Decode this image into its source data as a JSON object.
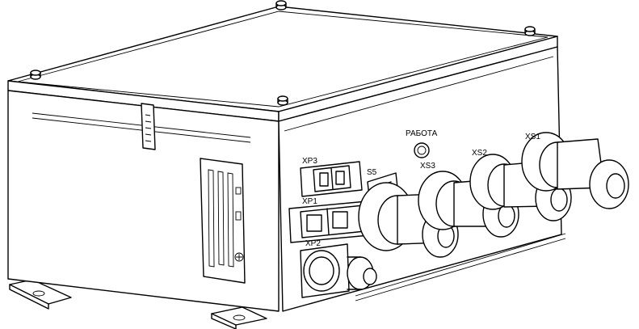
{
  "labels": {
    "indicator": "РАБОТА",
    "xp3": "XP3",
    "xp1": "XP1",
    "xp2": "XP2",
    "xs3": "XS3",
    "xs2": "XS2",
    "xs1": "XS1",
    "s5": "S5"
  },
  "colors": {
    "line": "#000000",
    "background": "#ffffff"
  },
  "icons": {
    "nameplate": "nameplate-icon",
    "logo": "logo-icon",
    "seal_tag": "seal-tag-icon"
  }
}
